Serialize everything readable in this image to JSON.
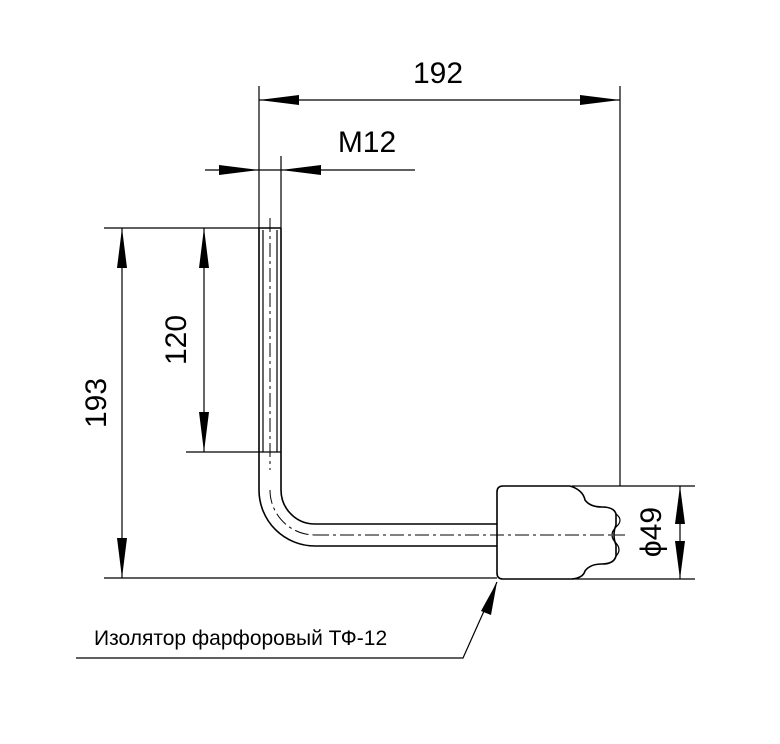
{
  "dimensions": {
    "overall_width": "192",
    "thread": "M12",
    "overall_height": "193",
    "thread_length": "120",
    "insulator_diameter": "ϕ49"
  },
  "callout": {
    "label": "Изолятор фарфоровый ТФ-12"
  }
}
